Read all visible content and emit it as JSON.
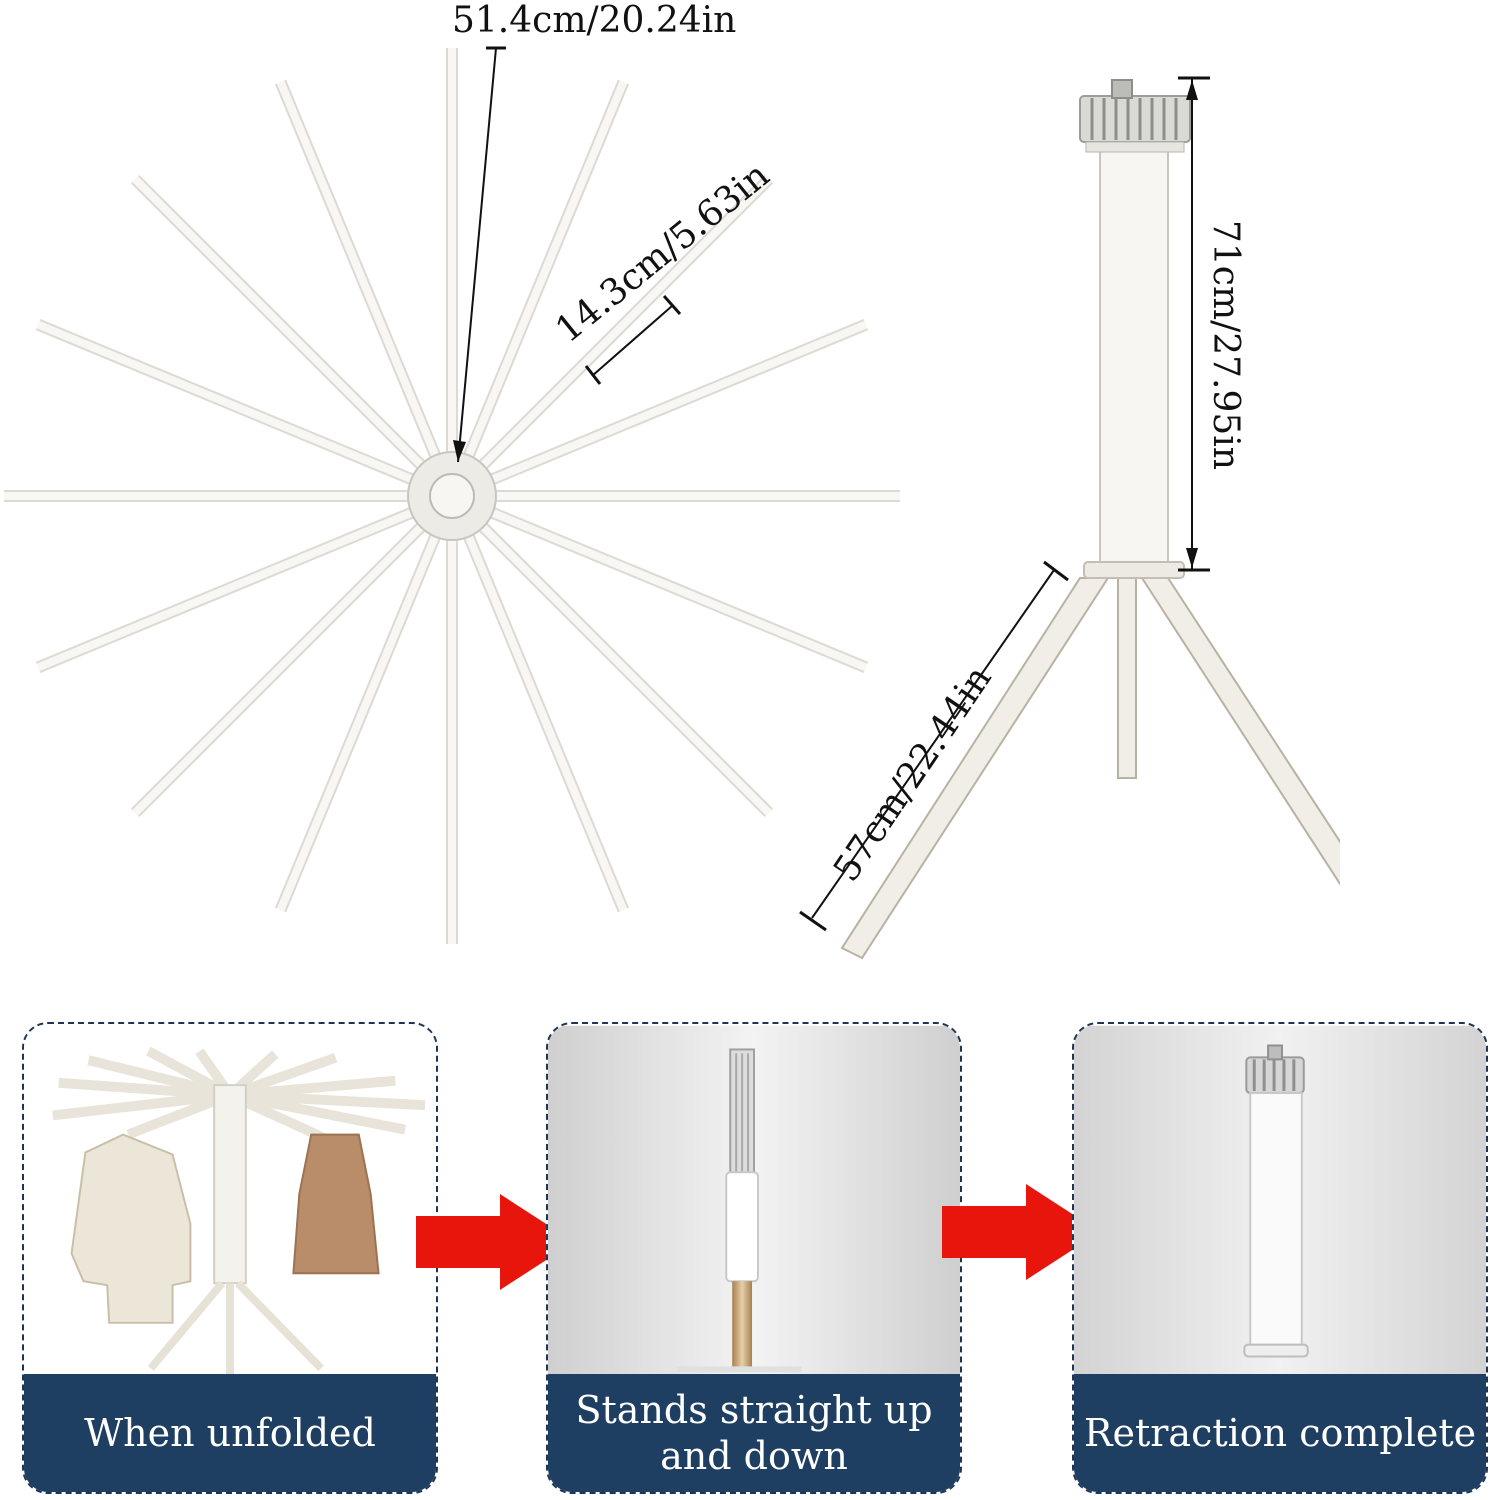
{
  "dimensions": {
    "radius": "51.4cm/20.24in",
    "arm_segment": "14.3cm/5.63in",
    "height": "71cm/27.95in",
    "leg_length": "57cm/22.44in"
  },
  "steps": [
    {
      "caption": "When unfolded"
    },
    {
      "caption": "Stands straight up and down"
    },
    {
      "caption": "Retraction complete"
    }
  ],
  "icons": {
    "arrow1": "right-arrow-icon",
    "arrow2": "right-arrow-icon"
  },
  "colors": {
    "caption_bg": "#1e3e62",
    "arrow": "#e8150c",
    "border": "#1e3556"
  }
}
